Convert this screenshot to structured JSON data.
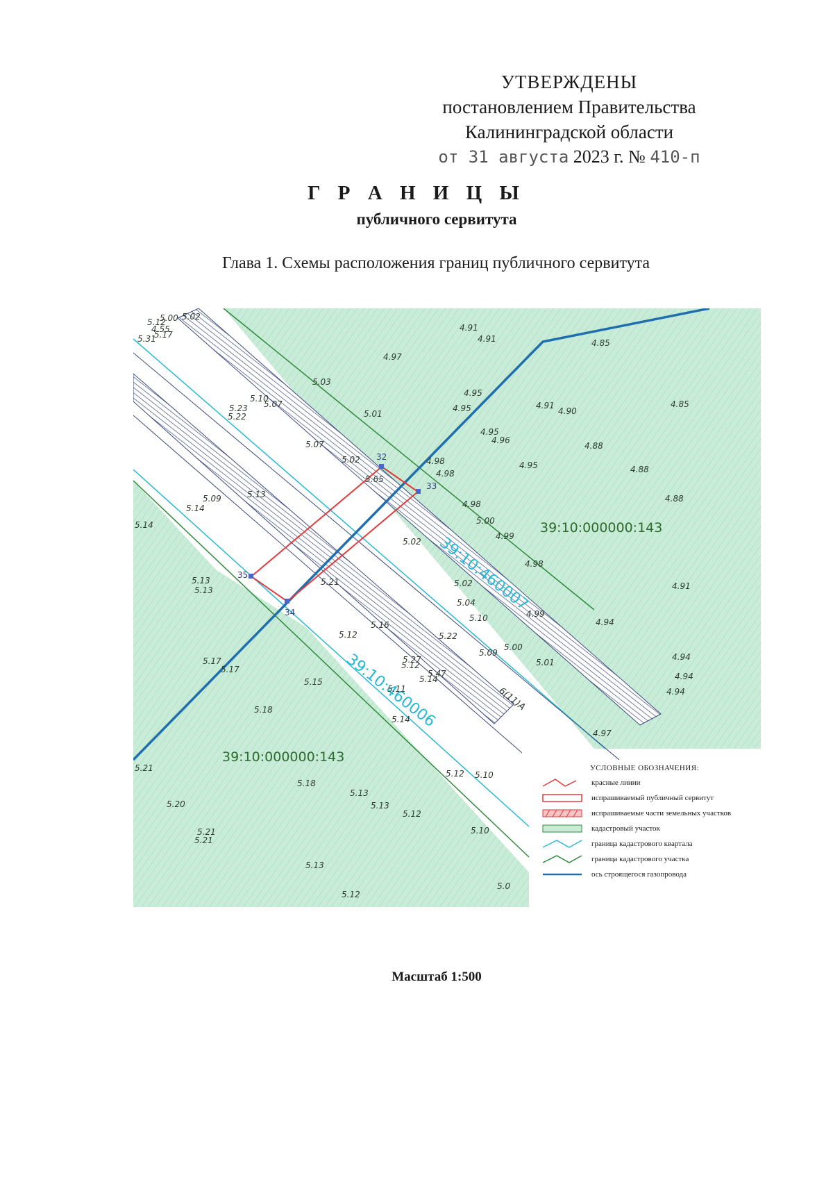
{
  "header": {
    "approved": "УТВЕРЖДЕНЫ",
    "line2": "постановлением Правительства",
    "line3": "Калининградской области",
    "date_prefix": "от 31 августа",
    "date_year": "2023 г. №",
    "date_number": "410-п"
  },
  "title": "Г Р А Н И Ц Ы",
  "subtitle": "публичного сервитута",
  "chapter": "Глава 1. Схемы расположения границ публичного сервитута",
  "map": {
    "parcel_label": "39:10:000000:143",
    "quarter_labels": [
      "39:10:460007",
      "39:10:460006"
    ],
    "points": [
      "32",
      "33",
      "34",
      "35"
    ],
    "other_labels": [
      "6(11)A"
    ],
    "elevations": [
      "5.00",
      "5.02",
      "5.12",
      "4.55",
      "5.17",
      "5.31",
      "5.03",
      "4.97",
      "4.91",
      "4.91",
      "4.85",
      "5.10",
      "5.07",
      "5.23",
      "5.22",
      "5.07",
      "5.02",
      "5.65",
      "5.13",
      "5.01",
      "4.95",
      "4.95",
      "4.95",
      "4.96",
      "4.91",
      "4.90",
      "4.85",
      "4.88",
      "4.98",
      "4.98",
      "4.95",
      "4.88",
      "4.98",
      "5.00",
      "4.99",
      "4.88",
      "5.09",
      "5.14",
      "5.14",
      "5.02",
      "5.02",
      "5.04",
      "5.10",
      "5.22",
      "4.98",
      "4.91",
      "5.13",
      "5.13",
      "5.21",
      "5.16",
      "4.99",
      "4.94",
      "5.12",
      "5.00",
      "5.01",
      "5.09",
      "5.27",
      "5.12",
      "5.47",
      "5.14",
      "5.11",
      "4.94",
      "5.17",
      "5.17",
      "5.15",
      "5.18",
      "4.94",
      "4.94",
      "4.97",
      "5.14",
      "5.10",
      "5.12",
      "5.18",
      "5.13",
      "5.13",
      "5.20",
      "5.21",
      "5.21",
      "5.12",
      "5.21",
      "5.13",
      "5.12",
      "5.10",
      "5.0"
    ]
  },
  "legend": {
    "title": "УСЛОВНЫЕ ОБОЗНАЧЕНИЯ:",
    "items": [
      "красные линии",
      "испрашиваемый публичный сервитут",
      "испрашиваемые части земельных участков",
      "кадастровый участок",
      "граница кадастрового квартала",
      "граница кадастрового участка",
      "ось строящегося газопровода"
    ]
  },
  "scale": "Масштаб 1:500",
  "colors": {
    "parcel_fill": "#c9ecd8",
    "quarter_line": "#27b8d6",
    "parcel_line": "#2f8a3a",
    "pipeline": "#1f6fae",
    "servitude": "#e23a3a",
    "hatch_road": "#3b4a7a"
  }
}
